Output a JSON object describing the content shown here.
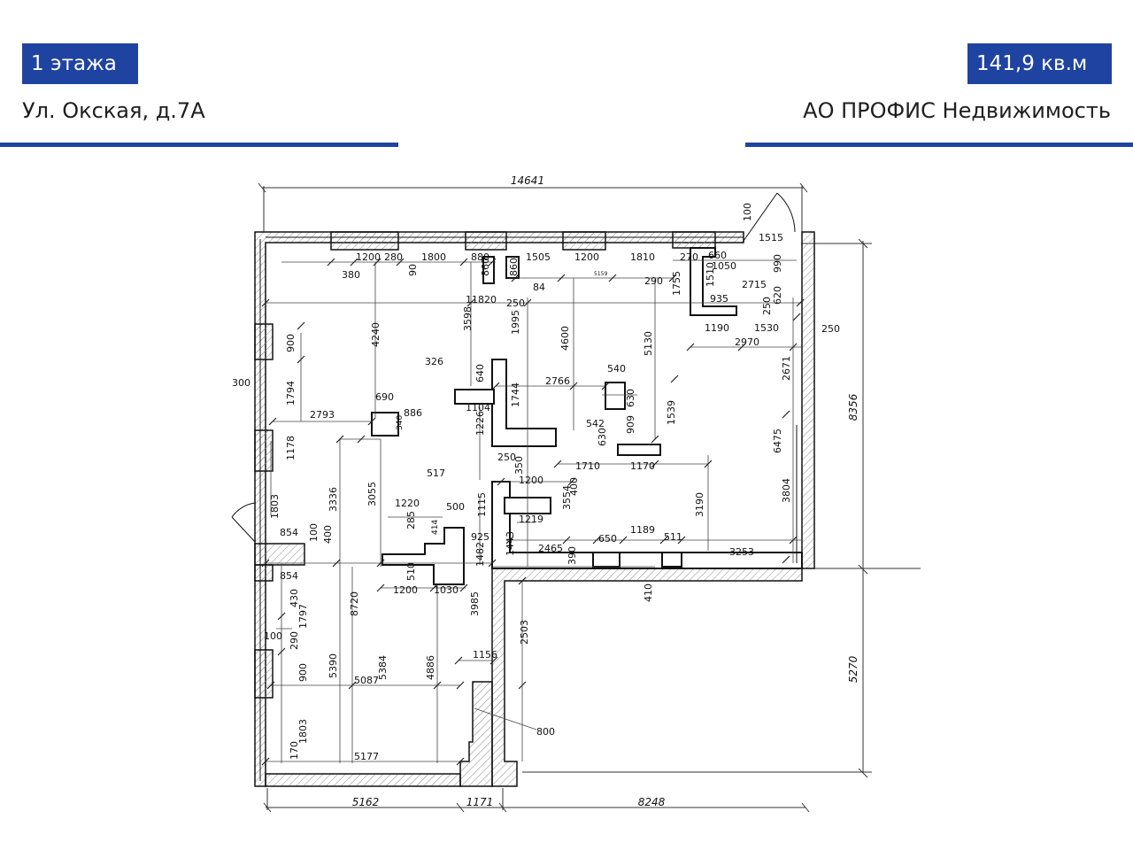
{
  "header": {
    "floor": "1 этажа",
    "area": "141,9 кв.м",
    "address": "Ул. Окская, д.7А",
    "company": "АО ПРОФИС Недвижимость"
  },
  "colors": {
    "accent": "#1f43a0",
    "wall": "#111111",
    "dim": "#333333"
  },
  "plan": {
    "overall": {
      "top": "14641",
      "right_upper": "8356",
      "right_lower": "5270",
      "bottom_left": "5162",
      "bottom_mid": "1171",
      "bottom_right": "8248"
    },
    "dimensions": [
      "1200",
      "280",
      "380",
      "90",
      "1800",
      "880",
      "860",
      "860",
      "1505",
      "84",
      "1200",
      "5159",
      "1810",
      "290",
      "270",
      "660",
      "1050",
      "1510",
      "1755",
      "100",
      "1515",
      "990",
      "2715",
      "935",
      "620",
      "250",
      "11820",
      "250",
      "3598",
      "1995",
      "4600",
      "5130",
      "1190",
      "1530",
      "250",
      "2970",
      "4240",
      "900",
      "300",
      "326",
      "640",
      "540",
      "2766",
      "630",
      "2671",
      "1794",
      "690",
      "886",
      "340",
      "1104",
      "1744",
      "542",
      "909",
      "1539",
      "6475",
      "2793",
      "1226",
      "630",
      "1178",
      "250",
      "350",
      "1710",
      "1170",
      "517",
      "3336",
      "3055",
      "1200",
      "400",
      "3554",
      "3804",
      "1220",
      "500",
      "1115",
      "285",
      "414",
      "925",
      "1219",
      "1803",
      "854",
      "100",
      "400",
      "3190",
      "1443",
      "1482",
      "2465",
      "650",
      "1189",
      "511",
      "390",
      "3253",
      "510",
      "854",
      "1200",
      "1030",
      "410",
      "430",
      "1797",
      "8720",
      "3985",
      "2503",
      "100",
      "290",
      "1156",
      "900",
      "5390",
      "5087",
      "5384",
      "4886",
      "800",
      "1803",
      "170",
      "5177"
    ]
  }
}
